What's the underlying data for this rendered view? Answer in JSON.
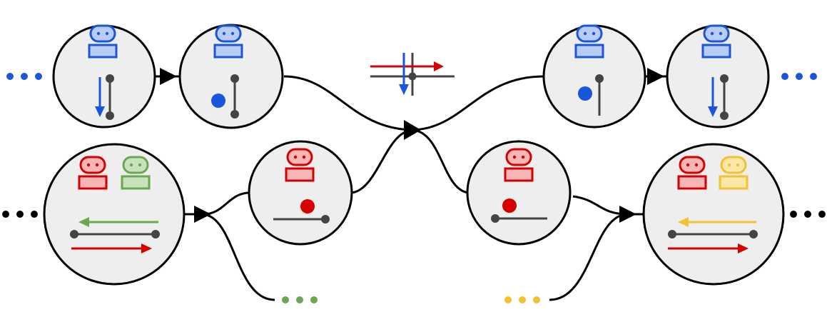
{
  "colors": {
    "background": "#ffffff",
    "node_fill": "#eeeeee",
    "node_stroke": "#000000",
    "edge": "#000000",
    "track": "#444444",
    "blue": "#1a56db",
    "blue_fill": "#b8cdf5",
    "red": "#d60000",
    "red_fill": "#f6b6b6",
    "green": "#6aa84f",
    "green_fill": "#c9e2bd",
    "yellow": "#f1c232",
    "yellow_fill": "#fbe7a8"
  },
  "icons": {
    "robot": "robot-icon",
    "track": "track-segment-icon",
    "arrow": "direction-arrow-icon",
    "position": "position-dot-icon",
    "continuation": "ellipsis-dots-icon",
    "junction": "crossing-junction-icon"
  },
  "nodes": [
    {
      "id": "blue-1",
      "robots": [
        "blue"
      ],
      "track": "vertical",
      "motion": "down",
      "dot": null
    },
    {
      "id": "blue-2",
      "robots": [
        "blue"
      ],
      "track": "vertical",
      "motion": null,
      "dot": "blue"
    },
    {
      "id": "red-green-1",
      "robots": [
        "red",
        "green"
      ],
      "track": "horizontal",
      "motion": "both",
      "dot": null
    },
    {
      "id": "red-2",
      "robots": [
        "red"
      ],
      "track": "horizontal",
      "motion": null,
      "dot": "red"
    },
    {
      "id": "blue-3",
      "robots": [
        "blue"
      ],
      "track": "vertical",
      "motion": null,
      "dot": "blue"
    },
    {
      "id": "blue-4",
      "robots": [
        "blue"
      ],
      "track": "vertical",
      "motion": "down",
      "dot": null
    },
    {
      "id": "red-3",
      "robots": [
        "red"
      ],
      "track": "horizontal",
      "motion": null,
      "dot": "red"
    },
    {
      "id": "red-yellow-1",
      "robots": [
        "red",
        "yellow"
      ],
      "track": "horizontal",
      "motion": "both",
      "dot": null
    }
  ],
  "continuations": [
    {
      "id": "blue-left",
      "color": "blue"
    },
    {
      "id": "blue-right",
      "color": "blue"
    },
    {
      "id": "black-left",
      "color": "black"
    },
    {
      "id": "black-right",
      "color": "black"
    },
    {
      "id": "green-bottom",
      "color": "green"
    },
    {
      "id": "yellow-bottom",
      "color": "yellow"
    }
  ]
}
